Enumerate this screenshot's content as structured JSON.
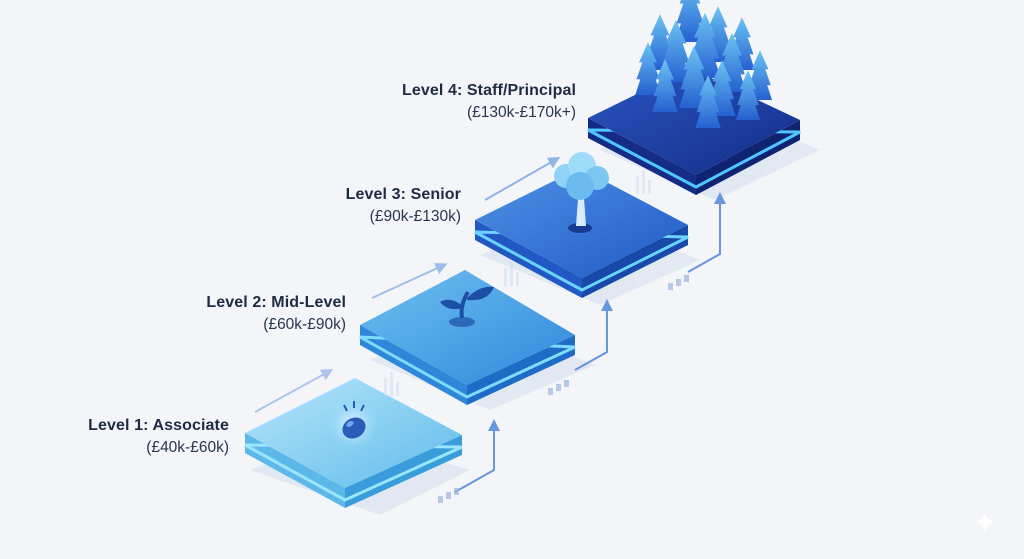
{
  "levels": [
    {
      "title": "Level 1: Associate",
      "salary": "(£40k-£60k)",
      "icon": "seed-icon",
      "color": "#7fcdf0"
    },
    {
      "title": "Level 2: Mid-Level",
      "salary": "(£60k-£90k)",
      "icon": "sprout-icon",
      "color": "#3b9ee6"
    },
    {
      "title": "Level 3: Senior",
      "salary": "(£90k-£130k)",
      "icon": "tree-icon",
      "color": "#2a6fd6"
    },
    {
      "title": "Level 4: Staff/Principal",
      "salary": "(£130k-£170k+)",
      "icon": "forest-icon",
      "color": "#1a3a9c"
    }
  ]
}
